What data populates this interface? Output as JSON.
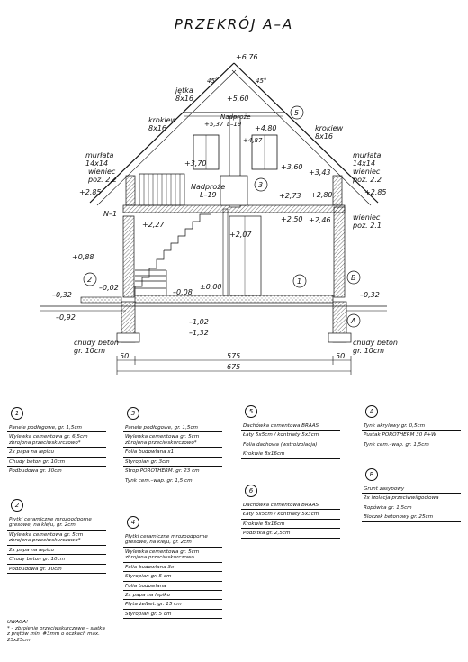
{
  "title": "PRZEKRÓJ A–A",
  "elevations": {
    "ridge": "+6,76",
    "e560": "+5,60",
    "e537": "+5,37",
    "e480": "+4,80",
    "e487": "+4,87",
    "e370": "+3,70",
    "e360": "+3,60",
    "e343": "+3,43",
    "e285l": "+2,85",
    "e285r": "+2,85",
    "e280": "+2,80",
    "e273": "+2,73",
    "e250": "+2,50",
    "e246": "+2,46",
    "e227": "+2,27",
    "e207": "+2,07",
    "e088": "+0,88",
    "e000": "±0,00",
    "m002": "–0,02",
    "m008": "–0,08",
    "m032l": "–0,32",
    "m032r": "–0,32",
    "m092": "–0,92",
    "m102": "–1,02",
    "m132": "–1,32"
  },
  "labels": {
    "jetka": "jętka",
    "jetka_size": "8x16",
    "krokiew_l": "krokiew",
    "krokiew_l_size": "8x16",
    "krokiew_r": "krokiew",
    "krokiew_r_size": "8x16",
    "murlata_l": "murłata",
    "murlata_l_size": "14x14",
    "murlata_r": "murłata",
    "murlata_r_size": "14x14",
    "wieniec_l": "wieniec",
    "wieniec_l_poz": "poz. 2.2",
    "wieniec_r": "wieniec",
    "wieniec_r_poz": "poz. 2.2",
    "wieniec_r2": "wieniec",
    "wieniec_r2_poz": "poz. 2.1",
    "nadproze_top": "Nadproże",
    "nadproze_top_type": "L–19",
    "nadproze_mid": "Nadproże",
    "nadproze_mid_type": "L–19",
    "n1": "N–1",
    "angle_l": "45°",
    "angle_r": "45°",
    "chudy_l": "chudy beton",
    "chudy_l_gr": "gr. 10cm",
    "chudy_r": "chudy beton",
    "chudy_r_gr": "gr. 10cm",
    "c1": "1",
    "c2": "2",
    "c3": "3",
    "c5": "5",
    "cA": "A",
    "cB": "B"
  },
  "dimensions": {
    "left": "50",
    "mid": "575",
    "right": "50",
    "total": "675"
  },
  "legends": [
    {
      "id": "1",
      "rows": [
        "Panele podłogowe, gr. 1,5cm",
        "Wylewka cementowa gr. 6,5cm zbrojona przeciwskurczowo*",
        "2x papa na lepiku",
        "Chudy beton gr. 10cm",
        "Podbudowa gr. 30cm"
      ]
    },
    {
      "id": "2",
      "rows": [
        "Płytki ceramiczne mrozoodporne gresowe, na kleju, gr. 2cm",
        "Wylewka cementowa gr. 5cm zbrojona przeciwskurczowo*",
        "2x papa na lepiku",
        "Chudy beton gr. 10cm",
        "Podbudowa gr. 30cm"
      ]
    },
    {
      "id": "3",
      "rows": [
        "Panele podłogowe, gr. 1,5cm",
        "Wylewka cementowa gr. 5cm zbrojona przeciwskurczowo*",
        "Folia budowlana x1",
        "Styropian gr. 3cm",
        "Strop POROTHERM. gr. 23 cm",
        "Tynk cem.–wap. gr. 1,5 cm"
      ]
    },
    {
      "id": "4",
      "rows": [
        "Płytki ceramiczne mrozoodporne gresowe, na kleju, gr. 2cm",
        "Wylewka cementowa gr. 5cm zbrojona przeciwskurczowo",
        "Folia budowlana 3x",
        "Styropian gr. 5 cm",
        "Folia budowlana",
        "2x papa na lepiku",
        "Płyta żelbet. gr. 15 cm",
        "Styropian gr. 5 cm"
      ]
    },
    {
      "id": "5",
      "rows": [
        "Dachówka cementowa BRAAS",
        "Łaty 5x5cm / kontrłaty 5x3cm",
        "Folia dachowa (wstroizolacja)",
        "Krokwie 8x16cm"
      ]
    },
    {
      "id": "6",
      "rows": [
        "Dachówka cementowa BRAAS",
        "Łaty 5x5cm / kontrłaty 5x3cm",
        "Krokwie 8x16cm",
        "Podbitka gr. 2,5cm"
      ]
    },
    {
      "id": "A",
      "rows": [
        "Tynk akrylowy gr. 0,5cm",
        "Pustak POROTHERM 30 P+W",
        "Tynk cem.–wap. gr. 1,5cm"
      ]
    },
    {
      "id": "B",
      "rows": [
        "Grunt zasypowy",
        "2x izolacja przeciwwilgociowa",
        "Ropówka gr. 1,5cm",
        "Bloczek betonowy gr. 25cm"
      ]
    }
  ],
  "note": {
    "heading": "UWAGA!",
    "text": "* – zbrojenie przeciwskurczowe – siatka z prętów min. #3mm o oczkach max. 25x25cm"
  }
}
